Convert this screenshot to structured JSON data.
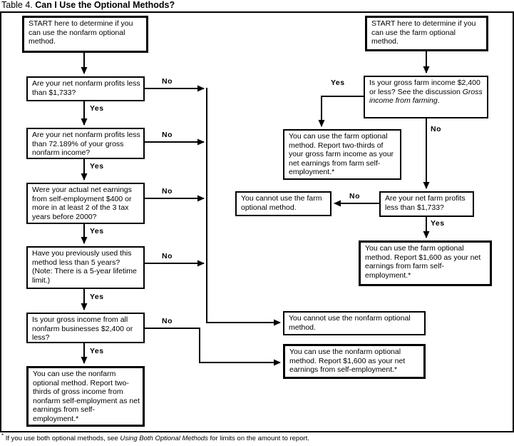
{
  "title": {
    "prefix": "Table 4. ",
    "main": "Can I Use the Optional Methods?"
  },
  "labels": {
    "yes": "Yes",
    "no": "No"
  },
  "nonfarm": {
    "start": "START here to determine if you can use the nonfarm optional method.",
    "q_profits_1733": "Are your net nonfarm profits less than $1,733?",
    "q_profits_72pct": "Are your net nonfarm profits less than 72.189% of your gross nonfarm income?",
    "q_actual_400": "Were your actual net earnings from self-employment $400 or more in at least 2 of the 3 tax years before 2000?",
    "q_used_5yrs": "Have you previously used this method less than 5 years? (Note: There is a 5-year lifetime limit.)",
    "q_gross_2400": "Is your gross income from all nonfarm businesses $2,400 or less?",
    "result_two_thirds": "You can use the nonfarm optional method. Report two-thirds of gross income from nonfarm self-employment as net earnings from self-employment.*",
    "result_cannot": "You cannot use the nonfarm optional method.",
    "result_1600": "You can use the nonfarm optional method. Report $1,600 as your net earnings from self-employment.*"
  },
  "farm": {
    "start": "START here to determine if you can use the farm optional method.",
    "q_gross_2400": {
      "before": "Is your gross farm income $2,400 or less? See the discussion ",
      "italic": "Gross income from farming",
      "after": "."
    },
    "result_two_thirds": "You can use the farm optional method. Report two-thirds of your gross farm income as your net earnings from farm self-employment.*",
    "result_cannot": "You cannot use the farm optional method.",
    "q_profits_1733": "Are your net farm profits less than $1,733?",
    "result_1600": "You can use the farm optional method. Report $1,600 as your net earnings from farm self-employment.*"
  },
  "footnote": {
    "marker": "*",
    "before": " If you use both optional methods, see ",
    "italic": "Using Both Optional Methods",
    "after": " for limits on the amount to report."
  },
  "colors": {
    "ink": "#000000",
    "background": "#ffffff"
  }
}
